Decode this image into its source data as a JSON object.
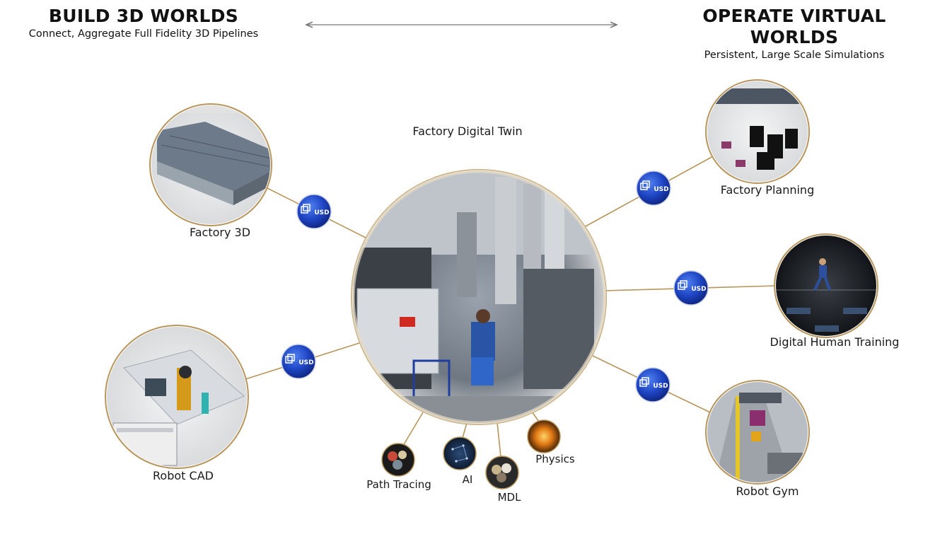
{
  "header": {
    "left_title": "BUILD 3D WORLDS",
    "left_subtitle": "Connect, Aggregate Full Fidelity 3D Pipelines",
    "right_title": "OPERATE VIRTUAL WORLDS",
    "right_subtitle": "Persistent, Large Scale Simulations"
  },
  "center": {
    "label": "Factory Digital Twin"
  },
  "nodes": {
    "factory_3d": "Factory 3D",
    "robot_cad": "Robot CAD",
    "factory_planning": "Factory Planning",
    "digital_human_training": "Digital Human Training",
    "robot_gym": "Robot Gym"
  },
  "usd_badge": "USD",
  "features": {
    "path_tracing": "Path Tracing",
    "ai": "AI",
    "mdl": "MDL",
    "physics": "Physics"
  },
  "colors": {
    "ring": "#b8955a",
    "connector": "#b8955a",
    "usd_blue": "#1a3fb5",
    "arrow": "#777777"
  }
}
